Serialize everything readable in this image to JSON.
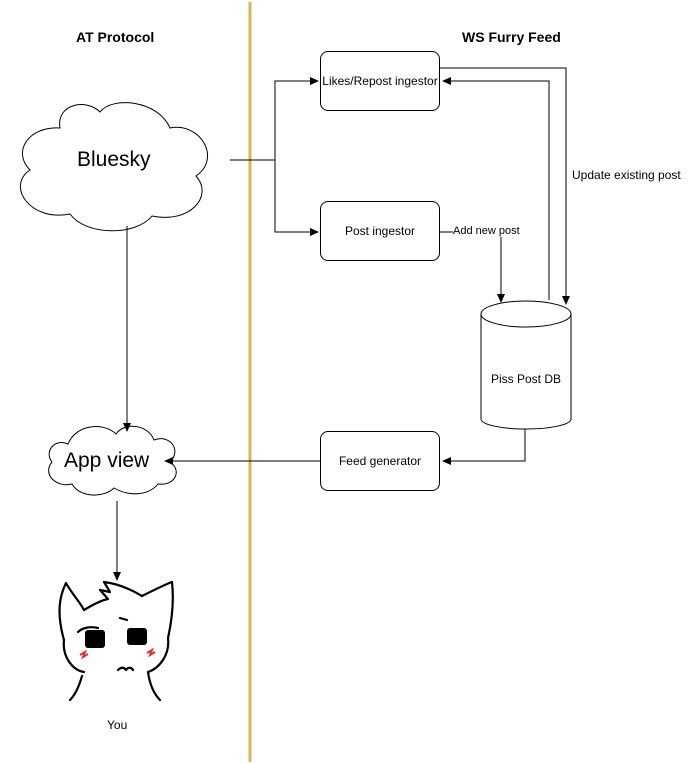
{
  "headers": {
    "left": "AT Protocol",
    "right": "WS Furry Feed"
  },
  "nodes": {
    "bluesky": "Bluesky",
    "app_view": "App view",
    "likes_ingestor": "Likes/Repost ingestor",
    "post_ingestor": "Post ingestor",
    "db": "Piss Post DB",
    "feed_generator": "Feed generator",
    "you": "You"
  },
  "edges": {
    "add_new_post": "Add new post",
    "update_existing_post": "Update existing post"
  },
  "colors": {
    "divider": "#d6b656",
    "stroke": "#000000",
    "blush": "#e03030"
  }
}
